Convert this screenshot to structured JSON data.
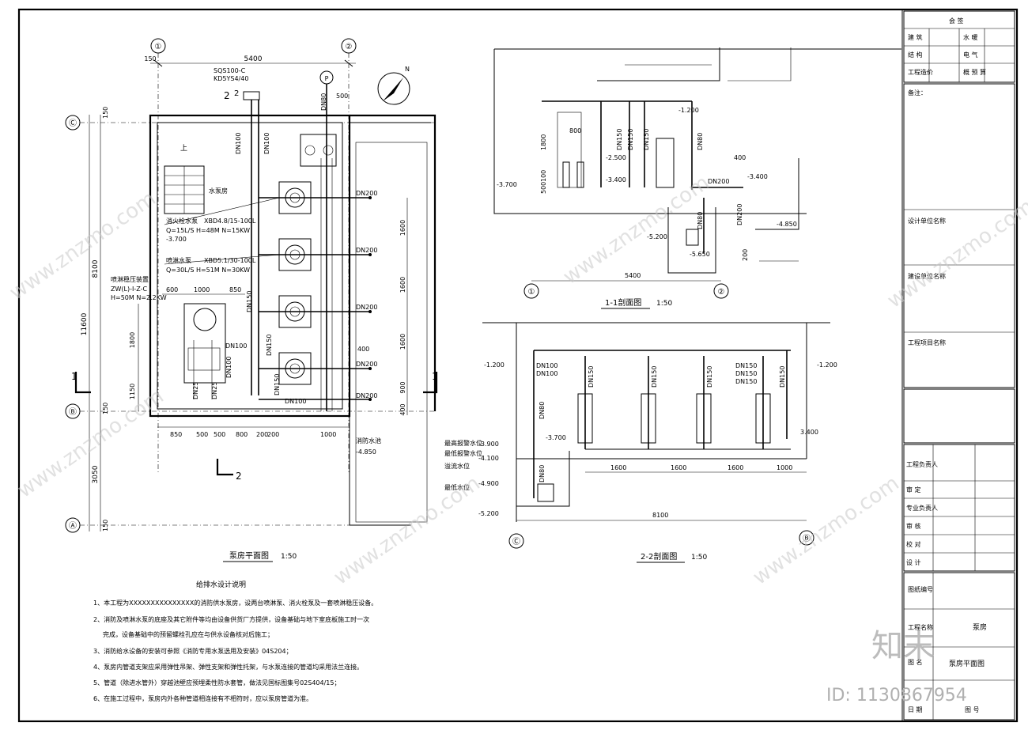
{
  "plan": {
    "title": "泵房平面图",
    "scale": "1:50",
    "axis_labels": [
      "①",
      "②",
      "Ⓒ",
      "Ⓑ",
      "Ⓐ"
    ],
    "dim_top": "5400",
    "dim_top_offset": "150",
    "dim_left_total": "11600",
    "dim_left_upper": "8100",
    "dim_left_lower": "3050",
    "dim_150": "150",
    "dims_bottom": [
      "850",
      "500",
      "500",
      "800",
      "200",
      "200",
      "1000"
    ],
    "dims_right": [
      "1600",
      "1600",
      "1600",
      "900",
      "400"
    ],
    "dims_left_inner": [
      "1800",
      "1150"
    ],
    "valve": {
      "model": "SQS100-C",
      "sub": "KD5YS4/40"
    },
    "gauge": "P",
    "dim_500": "500",
    "pipes": [
      "DN100",
      "DN100",
      "DN80",
      "DN200",
      "DN200",
      "DN200",
      "DN200",
      "DN150",
      "DN150",
      "DN150",
      "DN100",
      "DN100",
      "DN25",
      "DN25",
      "DN100"
    ],
    "stair_up": "上",
    "room": "水泵房",
    "pump1": {
      "label": "消火栓水泵",
      "model": "XBD4.8/15-100L",
      "spec": "Q=15L/S H=48M N=15KW",
      "elev": "-3.700"
    },
    "pump2": {
      "label": "喷淋水泵",
      "model": "XBD5.1/30-100L",
      "spec": "Q=30L/S H=51M N=30KW"
    },
    "pump3": {
      "label": "喷淋稳压装置",
      "model": "ZW(L)-I-Z-C",
      "spec": "H=50M N=2.2KW"
    },
    "dims_small": [
      "600",
      "1000",
      "850"
    ],
    "dim_400": "400",
    "pool": {
      "name": "消防水池",
      "elev": "-4.850"
    },
    "section_marks": [
      "1",
      "1",
      "2",
      "2",
      "2"
    ]
  },
  "sec11": {
    "title": "1-1剖面图",
    "scale": "1:50",
    "elevs": [
      "-3.700",
      "-2.500",
      "-3.400",
      "-1.200",
      "-3.400",
      "-5.200",
      "-5.650",
      "-4.850"
    ],
    "dims": [
      "800",
      "1800",
      "100",
      "500",
      "400",
      "200",
      "5400"
    ],
    "pipes": [
      "DN150",
      "DN150",
      "DN150",
      "DN80",
      "DN200",
      "DN80",
      "DN200"
    ],
    "axis": [
      "①",
      "②"
    ]
  },
  "sec22": {
    "title": "2-2剖面图",
    "scale": "1:50",
    "elevs": [
      "-1.200",
      "-1.200",
      "-3.700",
      "-3.900",
      "-4.100",
      "-4.900",
      "-5.200",
      "3.400"
    ],
    "elev_notes": [
      "最高报警水位",
      "最低报警水位",
      "溢流水位",
      "最低水位"
    ],
    "pipes": [
      "DN100",
      "DN100",
      "DN150",
      "DN150",
      "DN150",
      "DN150",
      "DN150",
      "DN150",
      "DN150",
      "DN80",
      "DN80"
    ],
    "dims": [
      "1600",
      "1600",
      "1600",
      "1000",
      "8100"
    ],
    "axis": [
      "Ⓒ",
      "Ⓑ"
    ]
  },
  "notes": {
    "title": "给排水设计说明",
    "items": [
      "1、本工程为XXXXXXXXXXXXXXX的消防供水泵房，设两台喷淋泵、消火栓泵及一套喷淋稳压设备。",
      "2、消防及喷淋水泵的底座及其它附件等均由设备供货厂方提供，设备基础与地下室底板施工时一次",
      "完成，设备基础中的预留螺栓孔应在与供水设备核对后施工；",
      "3、消防给水设备的安装可参照《消防专用水泵选用及安装》04S204；",
      "4、泵房内管道支架应采用弹性吊架、弹性支架和弹性托架，与水泵连接的管道均采用法兰连接。",
      "5、管道（除进水管外）穿越池壁应预埋柔性防水套管，做法见国标图集号02S404/15；",
      "6、在施工过程中，泵房内外各种管道相连接有不相符时，应以泵房管道为准。"
    ]
  },
  "title_block": {
    "header": "会 签",
    "cells_top": [
      "建 筑",
      "水 暖",
      "结 构",
      "电 气",
      "工程造价",
      "概 预 算"
    ],
    "side_labels": [
      "备注：",
      "设计单位名称",
      "建设单位名称",
      "工程项目名称"
    ],
    "roles": [
      "工程负责人",
      "审 定",
      "专业负责人",
      "审 核",
      "校 对",
      "设 计"
    ],
    "drawing_no_label": "图纸编号",
    "project_label": "工程名称",
    "project": "泵房",
    "drawing_label": "图 名",
    "drawing_name": "泵房平面图",
    "sheet_label": "日 期",
    "sheet_no_label": "图 号"
  },
  "watermark": {
    "site": "www.znzmo.com",
    "brand": "知末",
    "id": "ID: 1130867954"
  }
}
